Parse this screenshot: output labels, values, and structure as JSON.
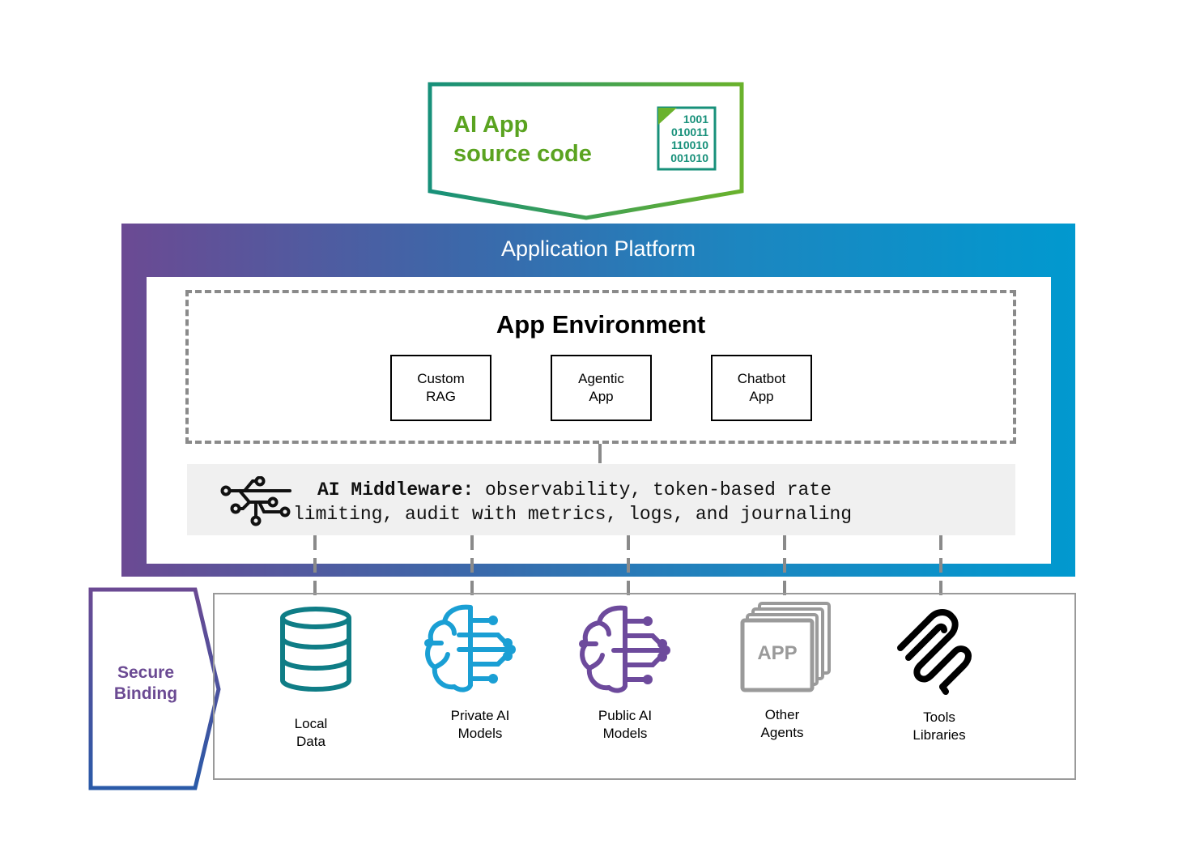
{
  "source": {
    "title_line1": "AI App",
    "title_line2": "source code",
    "binary_rows": [
      "1001",
      "010011",
      "110010",
      "001010"
    ],
    "color": "#5aa320"
  },
  "platform": {
    "title": "Application Platform",
    "gradient_colors": [
      "#6b4a93",
      "#0199cf"
    ]
  },
  "environment": {
    "title": "App Environment",
    "apps": [
      {
        "line1": "Custom",
        "line2": "RAG"
      },
      {
        "line1": "Agentic",
        "line2": "App"
      },
      {
        "line1": "Chatbot",
        "line2": "App"
      }
    ]
  },
  "middleware": {
    "label": "AI Middleware:",
    "text_line1": " observability, token-based rate",
    "text_line2": "limiting, audit with metrics, logs, and journaling",
    "icon": "circuit-icon"
  },
  "binding": {
    "line1": "Secure",
    "line2": "Binding",
    "color": "#6b4a93"
  },
  "resources": [
    {
      "icon": "database-icon",
      "line1": "Local",
      "line2": "Data",
      "color": "#0f7d86"
    },
    {
      "icon": "brain-circuit-icon",
      "line1": "Private AI",
      "line2": "Models",
      "color": "#1a9fd4"
    },
    {
      "icon": "brain-circuit-icon",
      "line1": "Public AI",
      "line2": "Models",
      "color": "#6d4a9c"
    },
    {
      "icon": "app-stack-icon",
      "line1": "Other",
      "line2": "Agents",
      "badge": "APP",
      "color": "#9a9a9a"
    },
    {
      "icon": "paperclip-icon",
      "line1": "Tools",
      "line2": "Libraries",
      "color": "#000000"
    }
  ]
}
